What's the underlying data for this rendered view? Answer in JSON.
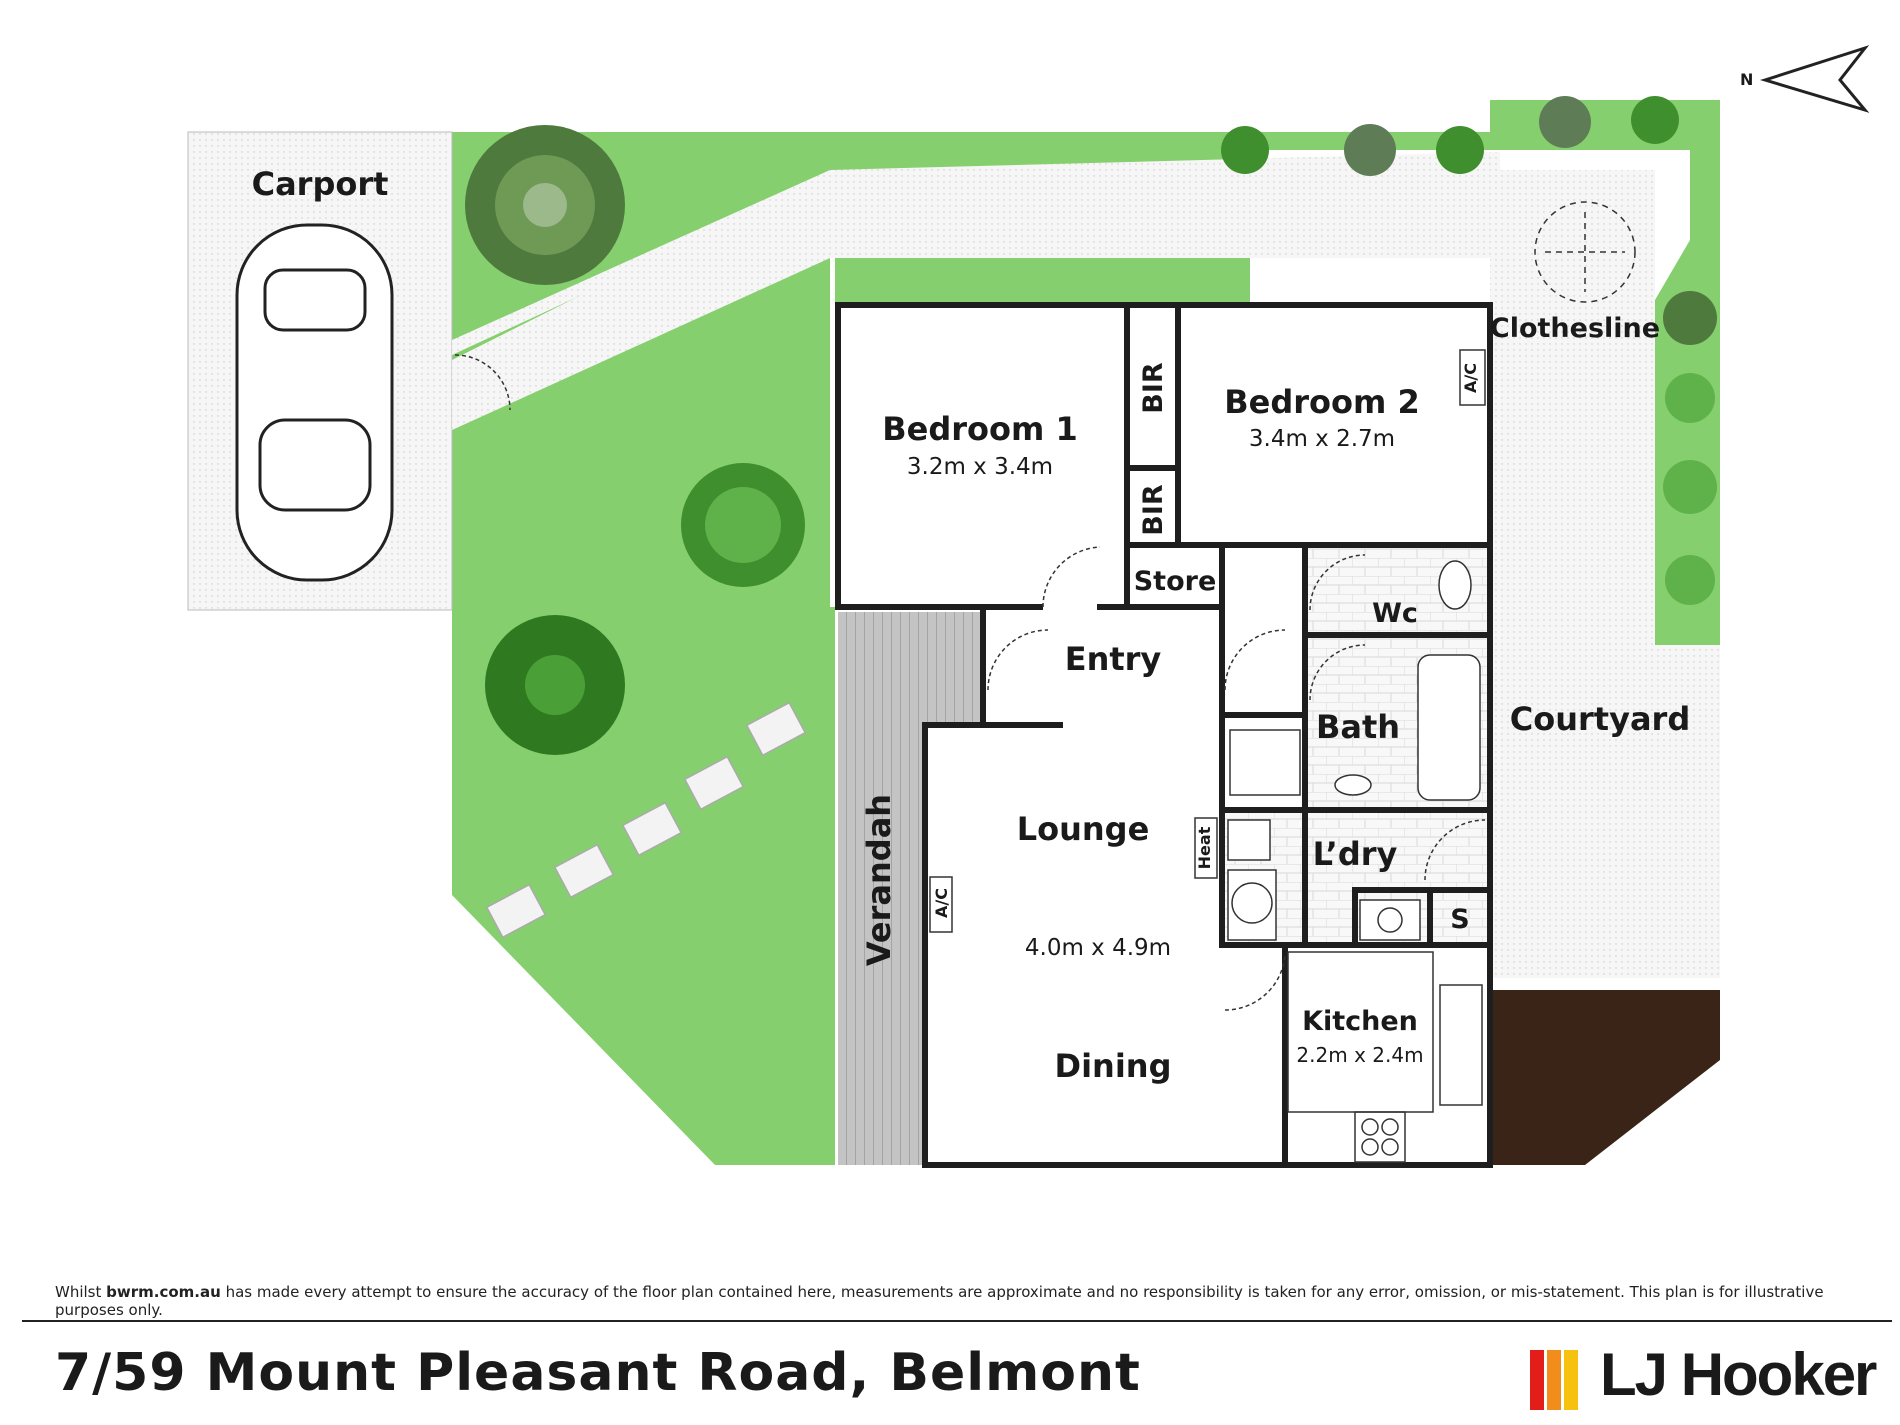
{
  "rooms": {
    "carport": "Carport",
    "bedroom1": {
      "name": "Bedroom 1",
      "size": "3.2m x 3.4m"
    },
    "bedroom2": {
      "name": "Bedroom 2",
      "size": "3.4m x 2.7m"
    },
    "bir": "BIR",
    "ac": "A/C",
    "clothesline": "Clothesline",
    "store": "Store",
    "wc": "Wc",
    "entry": "Entry",
    "bath": "Bath",
    "courtyard": "Courtyard",
    "lounge": "Lounge",
    "lounge_size": "4.0m x 4.9m",
    "dining": "Dining",
    "verandah": "Verandah",
    "heat": "Heat",
    "laundry": "L’dry",
    "s": "S",
    "kitchen": {
      "name": "Kitchen",
      "size": "2.2m x 2.4m"
    }
  },
  "compass": {
    "label": "N"
  },
  "footer": {
    "disclaimer_prefix": "Whilst ",
    "disclaimer_site": "bwrm.com.au",
    "disclaimer_rest": " has made every attempt to ensure the accuracy of the floor plan contained here, measurements are approximate and no responsibility is taken for any error, omission, or mis-statement. This plan is for illustrative purposes only.",
    "address": "7/59 Mount Pleasant Road, Belmont",
    "brand": "LJ Hooker",
    "brand_colors": [
      "#e31d1a",
      "#f28c1b",
      "#f6c20f"
    ]
  },
  "colors": {
    "lawn": "#86cf6e",
    "paving": "#f4f4f4",
    "wall": "#1e1e1e",
    "deck": "#b8b8b8",
    "soil": "#3a2418"
  }
}
